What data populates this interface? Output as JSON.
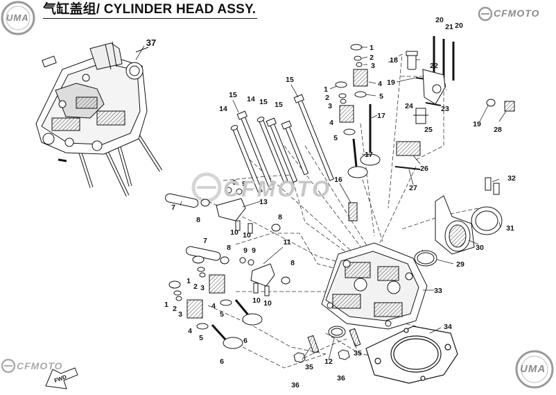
{
  "title": "气缸盖组/ CYLINDER HEAD ASSY.",
  "logos": {
    "uma_top": "UMA",
    "uma_bottom": "UMA",
    "cfmoto_top": "CFMOTO",
    "cfmoto_watermark": "CFMOTO",
    "cfmoto_bottom": "CFMOTO"
  },
  "fwd_label": "FWD",
  "callouts": [
    {
      "id": "c37",
      "text": "37"
    },
    {
      "id": "c1a",
      "text": "1"
    },
    {
      "id": "c2a",
      "text": "2"
    },
    {
      "id": "c3a",
      "text": "3"
    },
    {
      "id": "c4a",
      "text": "4"
    },
    {
      "id": "c1b",
      "text": "1"
    },
    {
      "id": "c2b",
      "text": "2"
    },
    {
      "id": "c3b",
      "text": "3"
    },
    {
      "id": "c5a",
      "text": "5"
    },
    {
      "id": "c4b",
      "text": "4"
    },
    {
      "id": "c17a",
      "text": "17"
    },
    {
      "id": "c5b",
      "text": "5"
    },
    {
      "id": "c17b",
      "text": "17"
    },
    {
      "id": "c15a",
      "text": "15"
    },
    {
      "id": "c15b",
      "text": "15"
    },
    {
      "id": "c15c",
      "text": "15"
    },
    {
      "id": "c14a",
      "text": "14"
    },
    {
      "id": "c15d",
      "text": "15"
    },
    {
      "id": "c14b",
      "text": "14"
    },
    {
      "id": "c18",
      "text": "18"
    },
    {
      "id": "c19a",
      "text": "19"
    },
    {
      "id": "c20a",
      "text": "20"
    },
    {
      "id": "c21",
      "text": "21"
    },
    {
      "id": "c20b",
      "text": "20"
    },
    {
      "id": "c22",
      "text": "22"
    },
    {
      "id": "c24",
      "text": "24"
    },
    {
      "id": "c23",
      "text": "23"
    },
    {
      "id": "c25",
      "text": "25"
    },
    {
      "id": "c19b",
      "text": "19"
    },
    {
      "id": "c28",
      "text": "28"
    },
    {
      "id": "c26",
      "text": "26"
    },
    {
      "id": "c27",
      "text": "27"
    },
    {
      "id": "c16",
      "text": "16"
    },
    {
      "id": "c9a",
      "text": "9"
    },
    {
      "id": "c9b",
      "text": "9"
    },
    {
      "id": "c13",
      "text": "13"
    },
    {
      "id": "c7a",
      "text": "7"
    },
    {
      "id": "c8a",
      "text": "8"
    },
    {
      "id": "c8b",
      "text": "8"
    },
    {
      "id": "c10a",
      "text": "10"
    },
    {
      "id": "c10b",
      "text": "10"
    },
    {
      "id": "c7b",
      "text": "7"
    },
    {
      "id": "c8c",
      "text": "8"
    },
    {
      "id": "c11",
      "text": "11"
    },
    {
      "id": "c9c",
      "text": "9"
    },
    {
      "id": "c9d",
      "text": "9"
    },
    {
      "id": "c8d",
      "text": "8"
    },
    {
      "id": "c10c",
      "text": "10"
    },
    {
      "id": "c10d",
      "text": "10"
    },
    {
      "id": "c1c",
      "text": "1"
    },
    {
      "id": "c2c",
      "text": "2"
    },
    {
      "id": "c3c",
      "text": "3"
    },
    {
      "id": "c1d",
      "text": "1"
    },
    {
      "id": "c2d",
      "text": "2"
    },
    {
      "id": "c3d",
      "text": "3"
    },
    {
      "id": "c4c",
      "text": "4"
    },
    {
      "id": "c5c",
      "text": "5"
    },
    {
      "id": "c4d",
      "text": "4"
    },
    {
      "id": "c5d",
      "text": "5"
    },
    {
      "id": "c6a",
      "text": "6"
    },
    {
      "id": "c6b",
      "text": "6"
    },
    {
      "id": "c32",
      "text": "32"
    },
    {
      "id": "c31",
      "text": "31"
    },
    {
      "id": "c30",
      "text": "30"
    },
    {
      "id": "c29",
      "text": "29"
    },
    {
      "id": "c33",
      "text": "33"
    },
    {
      "id": "c34",
      "text": "34"
    },
    {
      "id": "c12",
      "text": "12"
    },
    {
      "id": "c35a",
      "text": "35"
    },
    {
      "id": "c35b",
      "text": "35"
    },
    {
      "id": "c36a",
      "text": "36"
    },
    {
      "id": "c36b",
      "text": "36"
    }
  ]
}
